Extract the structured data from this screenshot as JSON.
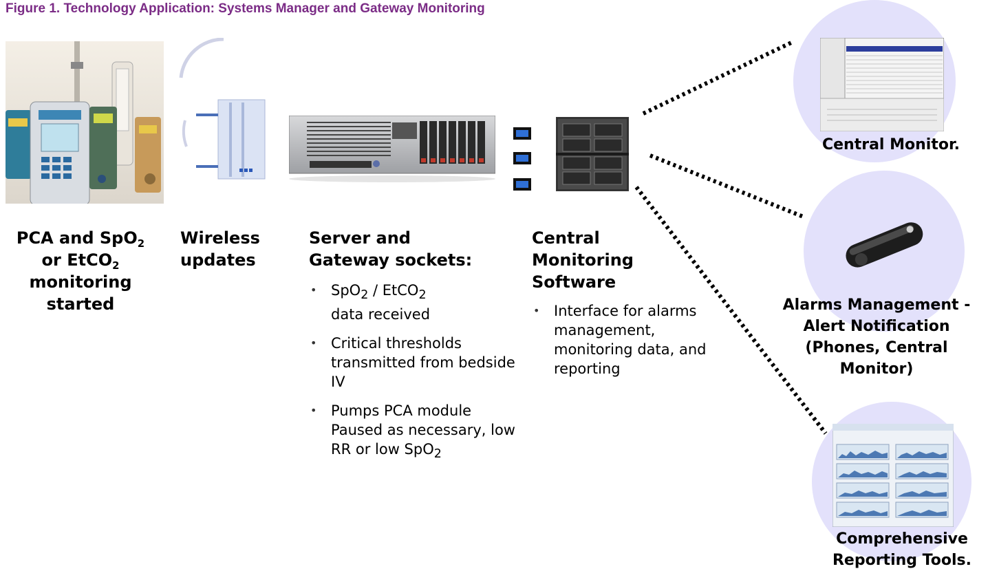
{
  "figure": {
    "title": "Figure 1.  Technology Application: Systems Manager and Gateway Monitoring"
  },
  "columns": {
    "pca": {
      "line1": "PCA and SpO",
      "sub1": "2",
      "line2": "or EtCO",
      "sub2": "2",
      "line3": "monitoring",
      "line4": "started"
    },
    "wireless": {
      "line1": "Wireless",
      "line2": "updates"
    },
    "server": {
      "line1": "Server and",
      "line2": "Gateway sockets:",
      "bullets": {
        "b1_pre": "SpO",
        "b1_sub1": "2",
        "b1_mid": " / EtCO",
        "b1_sub2": "2",
        "b1_post": "data received",
        "b2": "Critical thresholds transmitted from bedside IV",
        "b3_pre": "Pumps PCA module Paused as necessary, low RR or low SpO",
        "b3_sub": "2"
      }
    },
    "cms": {
      "line1": "Central",
      "line2": "Monitoring",
      "line3": "Software",
      "bullets": {
        "b1": "Interface for alarms management, monitoring data, and reporting"
      }
    }
  },
  "outputs": {
    "central_monitor": "Central Monitor.",
    "alarms": {
      "line1": "Alarms Management -",
      "line2": "Alert Notification",
      "line3": "(Phones, Central",
      "line4": "Monitor)"
    },
    "reporting": {
      "line1": "Comprehensive",
      "line2": "Reporting Tools."
    }
  },
  "colors": {
    "title": "#7b2c86",
    "circle": "#e3e1fb",
    "socket": "#2f6fd6",
    "dots": "#000000"
  },
  "icons": [
    "infusion-pump-photo",
    "wireless-access-point-icon",
    "rack-server-photo",
    "gateway-socket-icon",
    "switch-chassis-icon",
    "central-monitor-screenshot",
    "pager-device-photo",
    "report-dashboard-screenshot"
  ]
}
